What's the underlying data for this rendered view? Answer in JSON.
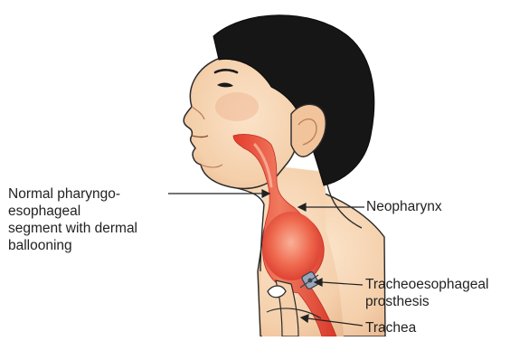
{
  "labels": {
    "pe_segment": [
      "Normal pharyngo-",
      "esophageal",
      "segment with dermal",
      "ballooning"
    ],
    "neopharynx": "Neopharynx",
    "prosthesis": [
      "Tracheoesophageal",
      "prosthesis"
    ],
    "trachea": "Trachea"
  },
  "colors": {
    "skin": "#f6d6b5",
    "skin_shadow": "#e8b893",
    "hair": "#161616",
    "outline": "#2a2a2a",
    "tract": "#e8493a",
    "tract_highlight": "#f49a7c",
    "prosthesis": "#8a96a8"
  }
}
